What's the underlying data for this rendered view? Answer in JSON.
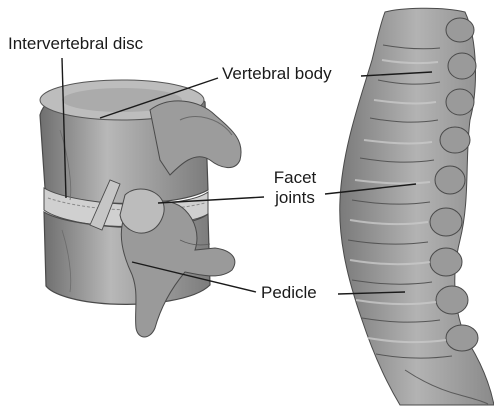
{
  "labels": {
    "intervertebral_disc": "Intervertebral disc",
    "vertebral_body": "Vertebral body",
    "facet_joints": [
      "Facet",
      "joints"
    ],
    "pedicle": "Pedicle"
  },
  "colors": {
    "background": "#ffffff",
    "bone_light": "#b5b5b5",
    "bone_mid": "#8f8f8f",
    "bone_dark": "#5e5e5e",
    "leader_line": "#1a1a1a"
  }
}
